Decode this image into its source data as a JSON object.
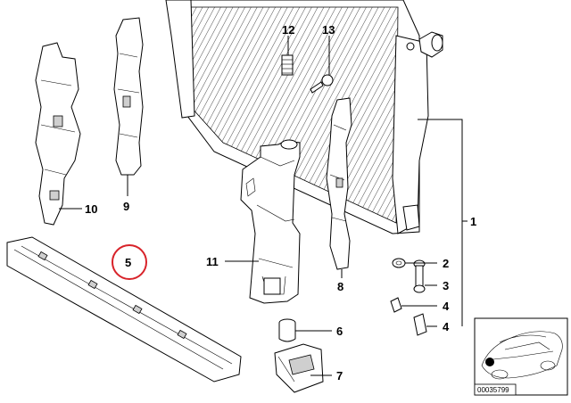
{
  "callouts": {
    "c1": "1",
    "c2": "2",
    "c3": "3",
    "c4a": "4",
    "c4b": "4",
    "c5": "5",
    "c6": "6",
    "c7": "7",
    "c8": "8",
    "c9": "9",
    "c10": "10",
    "c11": "11",
    "c12": "12",
    "c13": "13"
  },
  "highlight": {
    "part": "5",
    "ring_color": "#d8232a"
  },
  "catalog_id": "00035799"
}
